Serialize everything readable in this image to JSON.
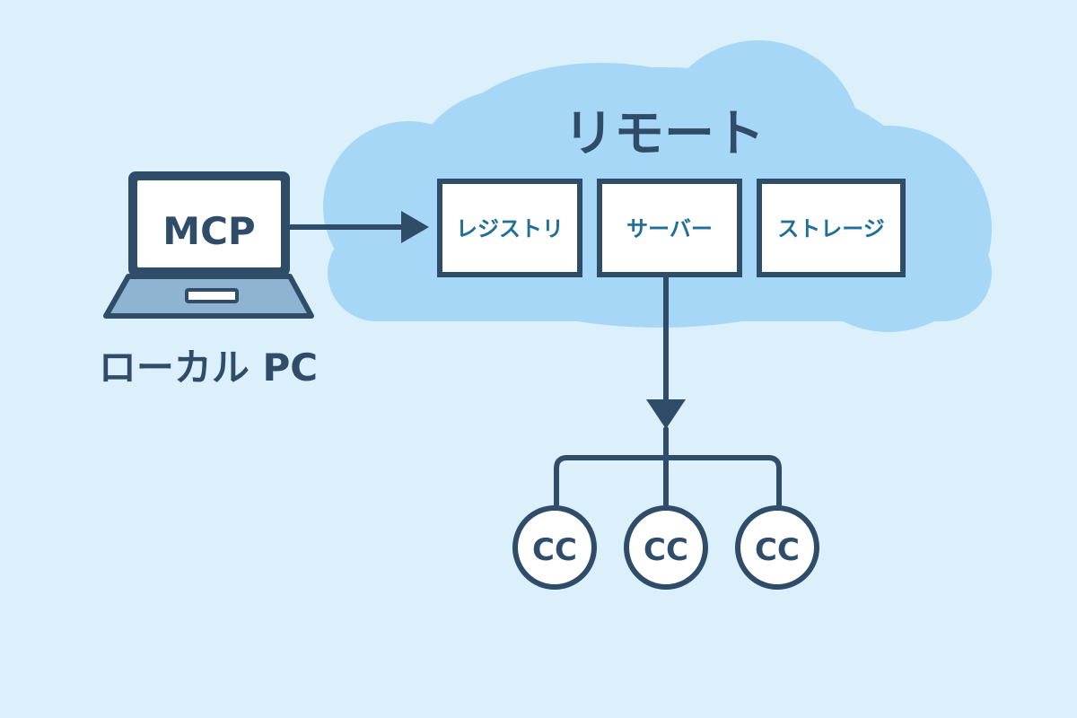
{
  "colors": {
    "background": "#dcf0fb",
    "cloud": "#a7d7f6",
    "stroke": "#2f4c68",
    "text_dark": "#2f4c68",
    "text_teal": "#1f6f96",
    "box_fill": "#ffffff",
    "laptop_base": "#8fb4d2"
  },
  "local": {
    "laptop_screen_label": "MCP",
    "caption": "ローカル PC"
  },
  "remote": {
    "title": "リモート",
    "components": [
      "レジストリ",
      "サーバー",
      "ストレージ"
    ]
  },
  "clients": [
    "CC",
    "CC",
    "CC"
  ]
}
